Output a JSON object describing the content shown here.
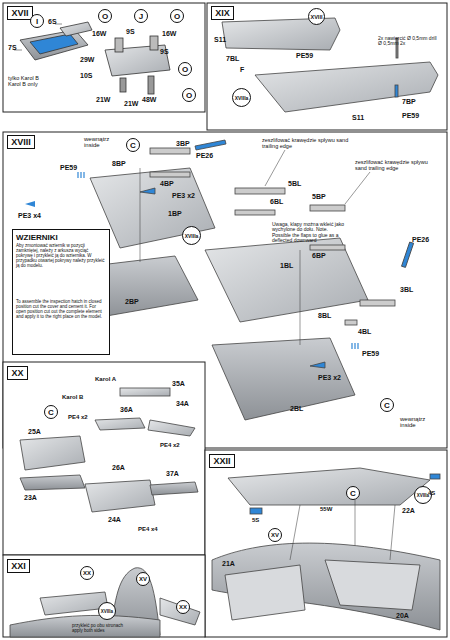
{
  "diagram": {
    "nodes": [
      {
        "text": [
          "XVII"
        ]
      },
      {
        "text": [
          "I"
        ]
      },
      {
        "text": [
          "O"
        ]
      },
      {
        "text": [
          "J"
        ]
      },
      {
        "text": [
          "O"
        ]
      },
      {
        "text": [
          "O"
        ]
      },
      {
        "text": [
          "O"
        ]
      },
      {
        "text": [
          "XIX"
        ]
      },
      {
        "text": [
          "XVIII"
        ]
      },
      {
        "text": [
          "XVIIIa"
        ]
      },
      {
        "text": [
          "XVIII"
        ]
      },
      {
        "text": [
          "C"
        ]
      },
      {
        "text": [
          "XVIIIa"
        ]
      },
      {
        "text": [
          "C"
        ]
      },
      {
        "text": [
          "XX"
        ]
      },
      {
        "text": [
          "C"
        ]
      },
      {
        "text": [
          "XXI"
        ]
      },
      {
        "text": [
          "XX"
        ]
      },
      {
        "text": [
          "XV"
        ]
      },
      {
        "text": [
          "XX"
        ]
      },
      {
        "text": [
          "XVIIIa"
        ]
      },
      {
        "text": [
          "XXII"
        ]
      },
      {
        "text": [
          "C"
        ]
      },
      {
        "text": [
          "XV"
        ]
      },
      {
        "text": [
          "XVIIIa"
        ]
      },
      {
        "text": [
          "WZIERNIKI",
          "Aby zmontować wziernik w pozycji zamkniętej, należy z arkusza wyciąć pokrywę i przykleić ją do wziernika. W przypadku otwartej pokrywy należy przykleić ją do modelu.",
          "To assemble the inspection hatch in closed position cut the cover and cement it. For open position cut out the complete element and apply it to the right place on the model."
        ]
      }
    ],
    "labels": [
      "6S",
      "7S",
      "tylko Karol B Karol B only",
      "29W",
      "16W",
      "16W",
      "9S",
      "9S",
      "10S",
      "48W",
      "21W",
      "21W",
      "PE59",
      "S11",
      "7BL",
      "F",
      "2x nawiercić Ø 0,5mm drill Ø 0,5mm 2x",
      "7BP",
      "PE59",
      "S11",
      "wewnątrz inside",
      "PE26",
      "3BP",
      "8BP",
      "PE59",
      "4BP",
      "PE3 x2",
      "PE3 x4",
      "zeszlifować krawędzie spływu sand trailing edge",
      "5BL",
      "1BP",
      "6BL",
      "Uwaga, klapy można wkleić jako wychylone do dołu. Note. Possible the flaps to glue as a deflected downward",
      "2BP",
      "zeszlifować krawędzie spływu sand trailing edge",
      "5BP",
      "6BP",
      "PE26",
      "3BL",
      "4BL",
      "1BL",
      "8BL",
      "PE59",
      "2BL",
      "PE3 x2",
      "wewnątrz inside",
      "Karol A",
      "35A",
      "Karol B",
      "PE4 x2",
      "36A",
      "34A",
      "25A",
      "PE4 x2",
      "26A",
      "37A",
      "23A",
      "24A",
      "PE4 x4",
      "przykleić po obu stronach apply both sides",
      "4S",
      "5S",
      "55W",
      "22A",
      "21A",
      "20A"
    ]
  }
}
